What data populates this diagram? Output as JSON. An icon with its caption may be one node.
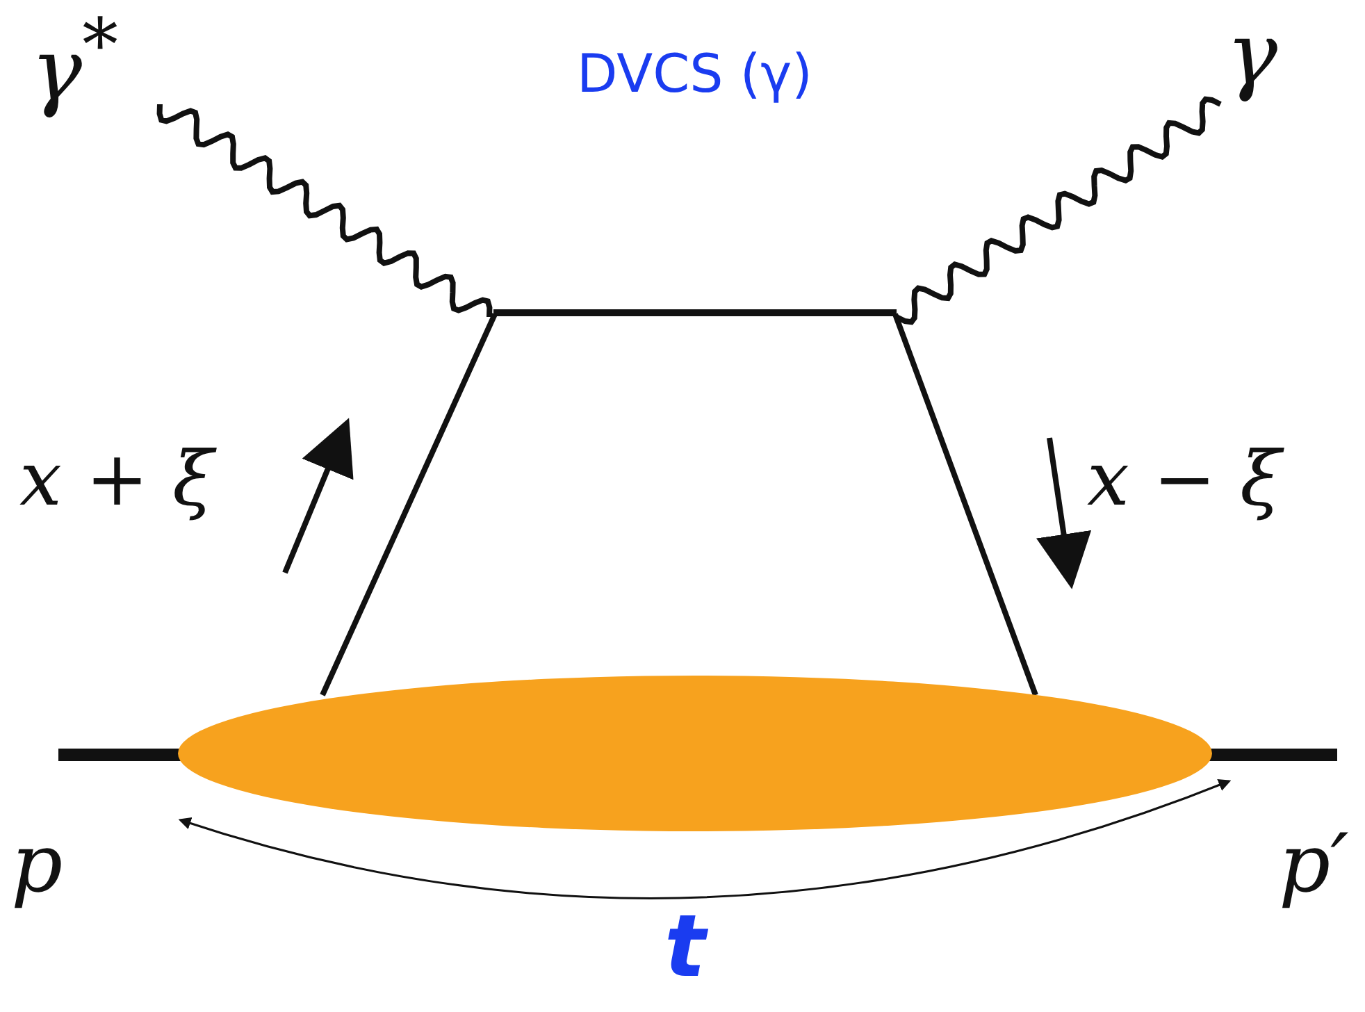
{
  "diagram": {
    "nodes": [
      {
        "text": [],
        "shape": "ellipse"
      }
    ],
    "labels": [
      "γ$^{*}$",
      "DVCS (γ)",
      "γ",
      "x + ξ",
      "x − ξ",
      "p",
      "p′",
      "t"
    ]
  }
}
